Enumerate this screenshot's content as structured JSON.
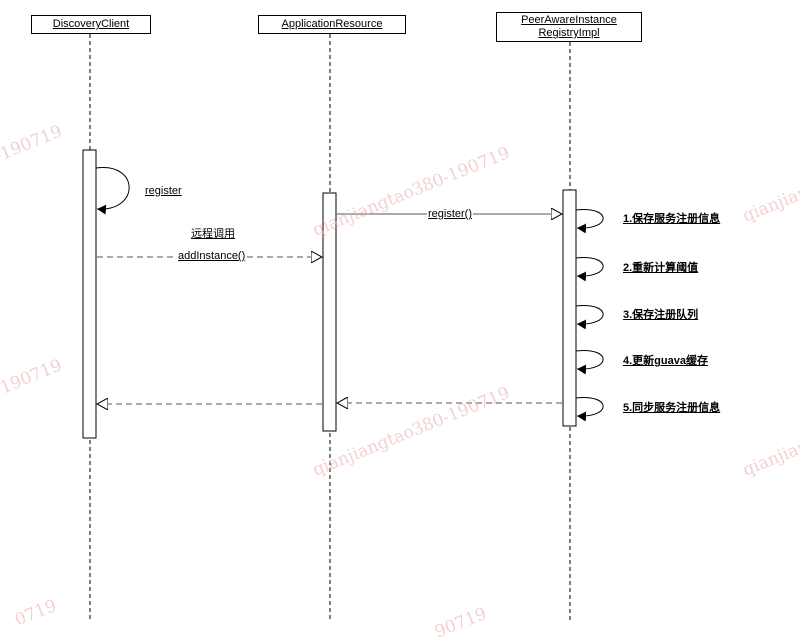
{
  "participants": {
    "discovery_client": "DiscoveryClient",
    "application_resource": "ApplicationResource",
    "peer_registry_line1": "PeerAwareInstance",
    "peer_registry_line2": "RegistryImpl"
  },
  "messages": {
    "self_register": "register",
    "remote_call": "远程调用",
    "add_instance": "addInstance()",
    "register_call": "register()"
  },
  "steps": [
    "1.保存服务注册信息",
    "2.重新计算阈值",
    "3.保存注册队列",
    "4.更新guava缓存",
    "5.同步服务注册信息"
  ],
  "watermarks": {
    "w1": "qianjiangtao380-190719",
    "w2": "qianjiangtao380-190719",
    "w3": "-190719",
    "w4": "-190719",
    "w5": "qianjian",
    "w6": "qianjian",
    "w7": "0719",
    "w8": "90719"
  },
  "colors": {
    "line": "#000000",
    "dashed": "#555555",
    "watermark": "#ebaaaa"
  }
}
